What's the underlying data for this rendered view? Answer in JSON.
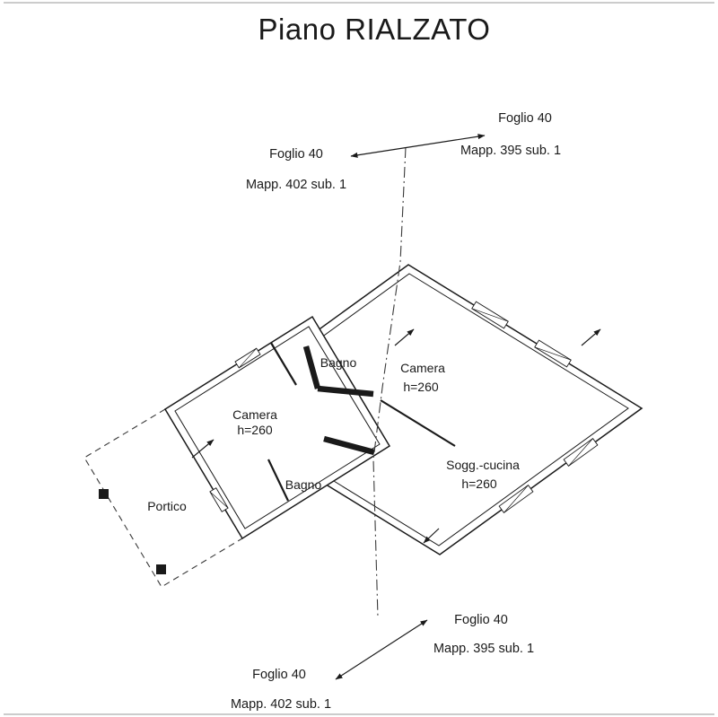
{
  "title": "Piano RIALZATO",
  "rooms": {
    "bagno_top": {
      "name": "Bagno"
    },
    "camera_left": {
      "name": "Camera",
      "height": "h=260"
    },
    "camera_right": {
      "name": "Camera",
      "height": "h=260"
    },
    "sogg_cucina": {
      "name": "Sogg.-cucina",
      "height": "h=260"
    },
    "bagno_bottom": {
      "name": "Bagno"
    },
    "portico": {
      "name": "Portico"
    }
  },
  "parcels": {
    "top_right": {
      "foglio": "Foglio 40",
      "mappale": "Mapp. 395 sub. 1"
    },
    "top_left": {
      "foglio": "Foglio 40",
      "mappale": "Mapp. 402 sub. 1"
    },
    "bottom_right": {
      "foglio": "Foglio 40",
      "mappale": "Mapp. 395 sub. 1"
    },
    "bottom_left": {
      "foglio": "Foglio 40",
      "mappale": "Mapp. 402 sub. 1"
    }
  },
  "colors": {
    "ink": "#1a1a1a",
    "paper": "#ffffff"
  }
}
